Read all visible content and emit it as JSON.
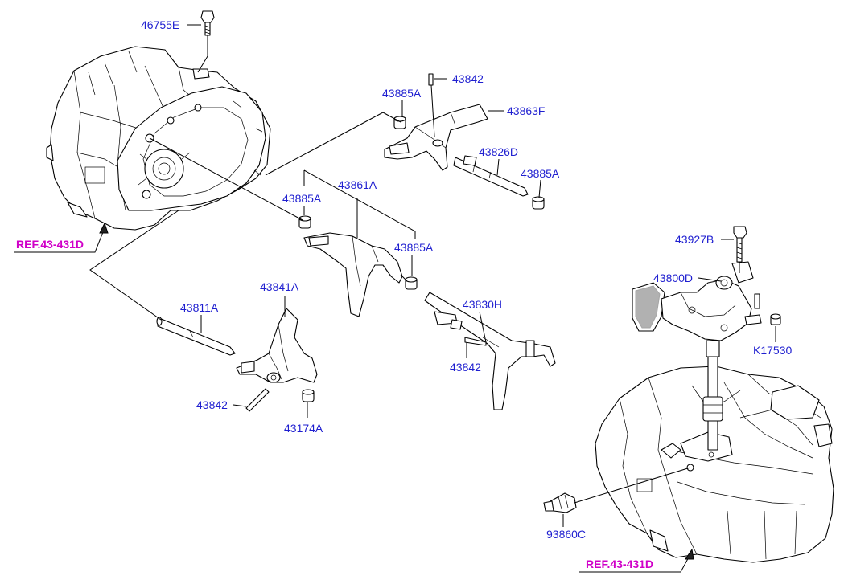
{
  "diagram": {
    "callouts": {
      "p46755E": "46755E",
      "p43842_top": "43842",
      "p43885A_top": "43885A",
      "p43863F": "43863F",
      "p43826D": "43826D",
      "p43885A_right": "43885A",
      "p43861A": "43861A",
      "p43885A_left": "43885A",
      "p43885A_mid": "43885A",
      "p43841A": "43841A",
      "p43811A": "43811A",
      "p43830H": "43830H",
      "p43842_mid": "43842",
      "p43842_low": "43842",
      "p43174A": "43174A",
      "p43927B": "43927B",
      "p43800D": "43800D",
      "pK17530": "K17530",
      "p93860C": "93860C"
    },
    "references": {
      "ref_left": "REF.43-431D",
      "ref_right": "REF.43-431D"
    },
    "colors": {
      "callout": "#1f1fd0",
      "reference": "#d000c8",
      "line": "#000000"
    }
  }
}
